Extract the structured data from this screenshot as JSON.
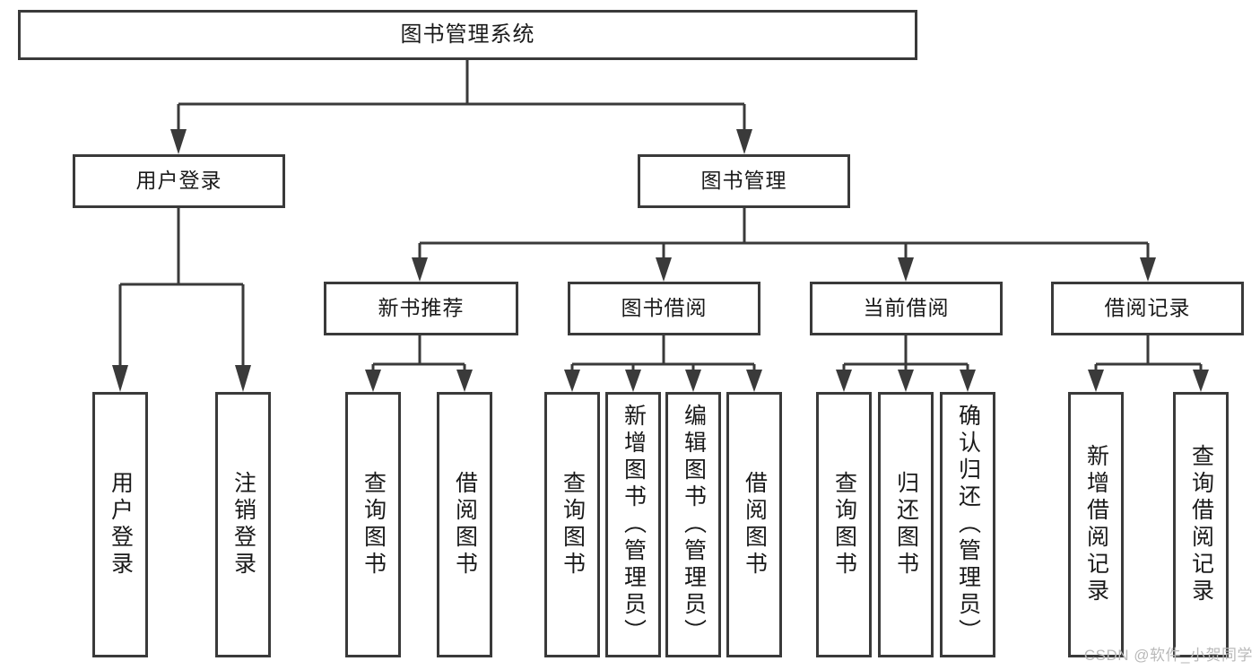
{
  "diagram": {
    "type": "tree",
    "title": "图书管理系统",
    "orientation": "top-down",
    "colors": {
      "box_border": "#3a3a3a",
      "box_fill": "#ffffff",
      "line": "#3a3a3a",
      "text": "#1a1a1a",
      "watermark": "#b9b9b9",
      "background": "#ffffff"
    },
    "nodes": {
      "root": {
        "label": "图书管理系统"
      },
      "level2": [
        {
          "label": "用户登录"
        },
        {
          "label": "图书管理"
        }
      ],
      "level3": [
        {
          "label": "新书推荐"
        },
        {
          "label": "图书借阅"
        },
        {
          "label": "当前借阅"
        },
        {
          "label": "借阅记录"
        }
      ],
      "leaves": {
        "user_login": [
          {
            "label": "用户登录"
          },
          {
            "label": "注销登录"
          }
        ],
        "new_book": [
          {
            "label": "查询图书"
          },
          {
            "label": "借阅图书"
          }
        ],
        "book_borrow": [
          {
            "label": "查询图书"
          },
          {
            "label": "新增图书（管理员）"
          },
          {
            "label": "编辑图书（管理员）"
          },
          {
            "label": "借阅图书"
          }
        ],
        "current_borrow": [
          {
            "label": "查询图书"
          },
          {
            "label": "归还图书"
          },
          {
            "label": "确认归还（管理员）"
          }
        ],
        "borrow_record": [
          {
            "label": "新增借阅记录"
          },
          {
            "label": "查询借阅记录"
          }
        ]
      }
    },
    "watermark": "CSDN @软件_小贺同学"
  }
}
